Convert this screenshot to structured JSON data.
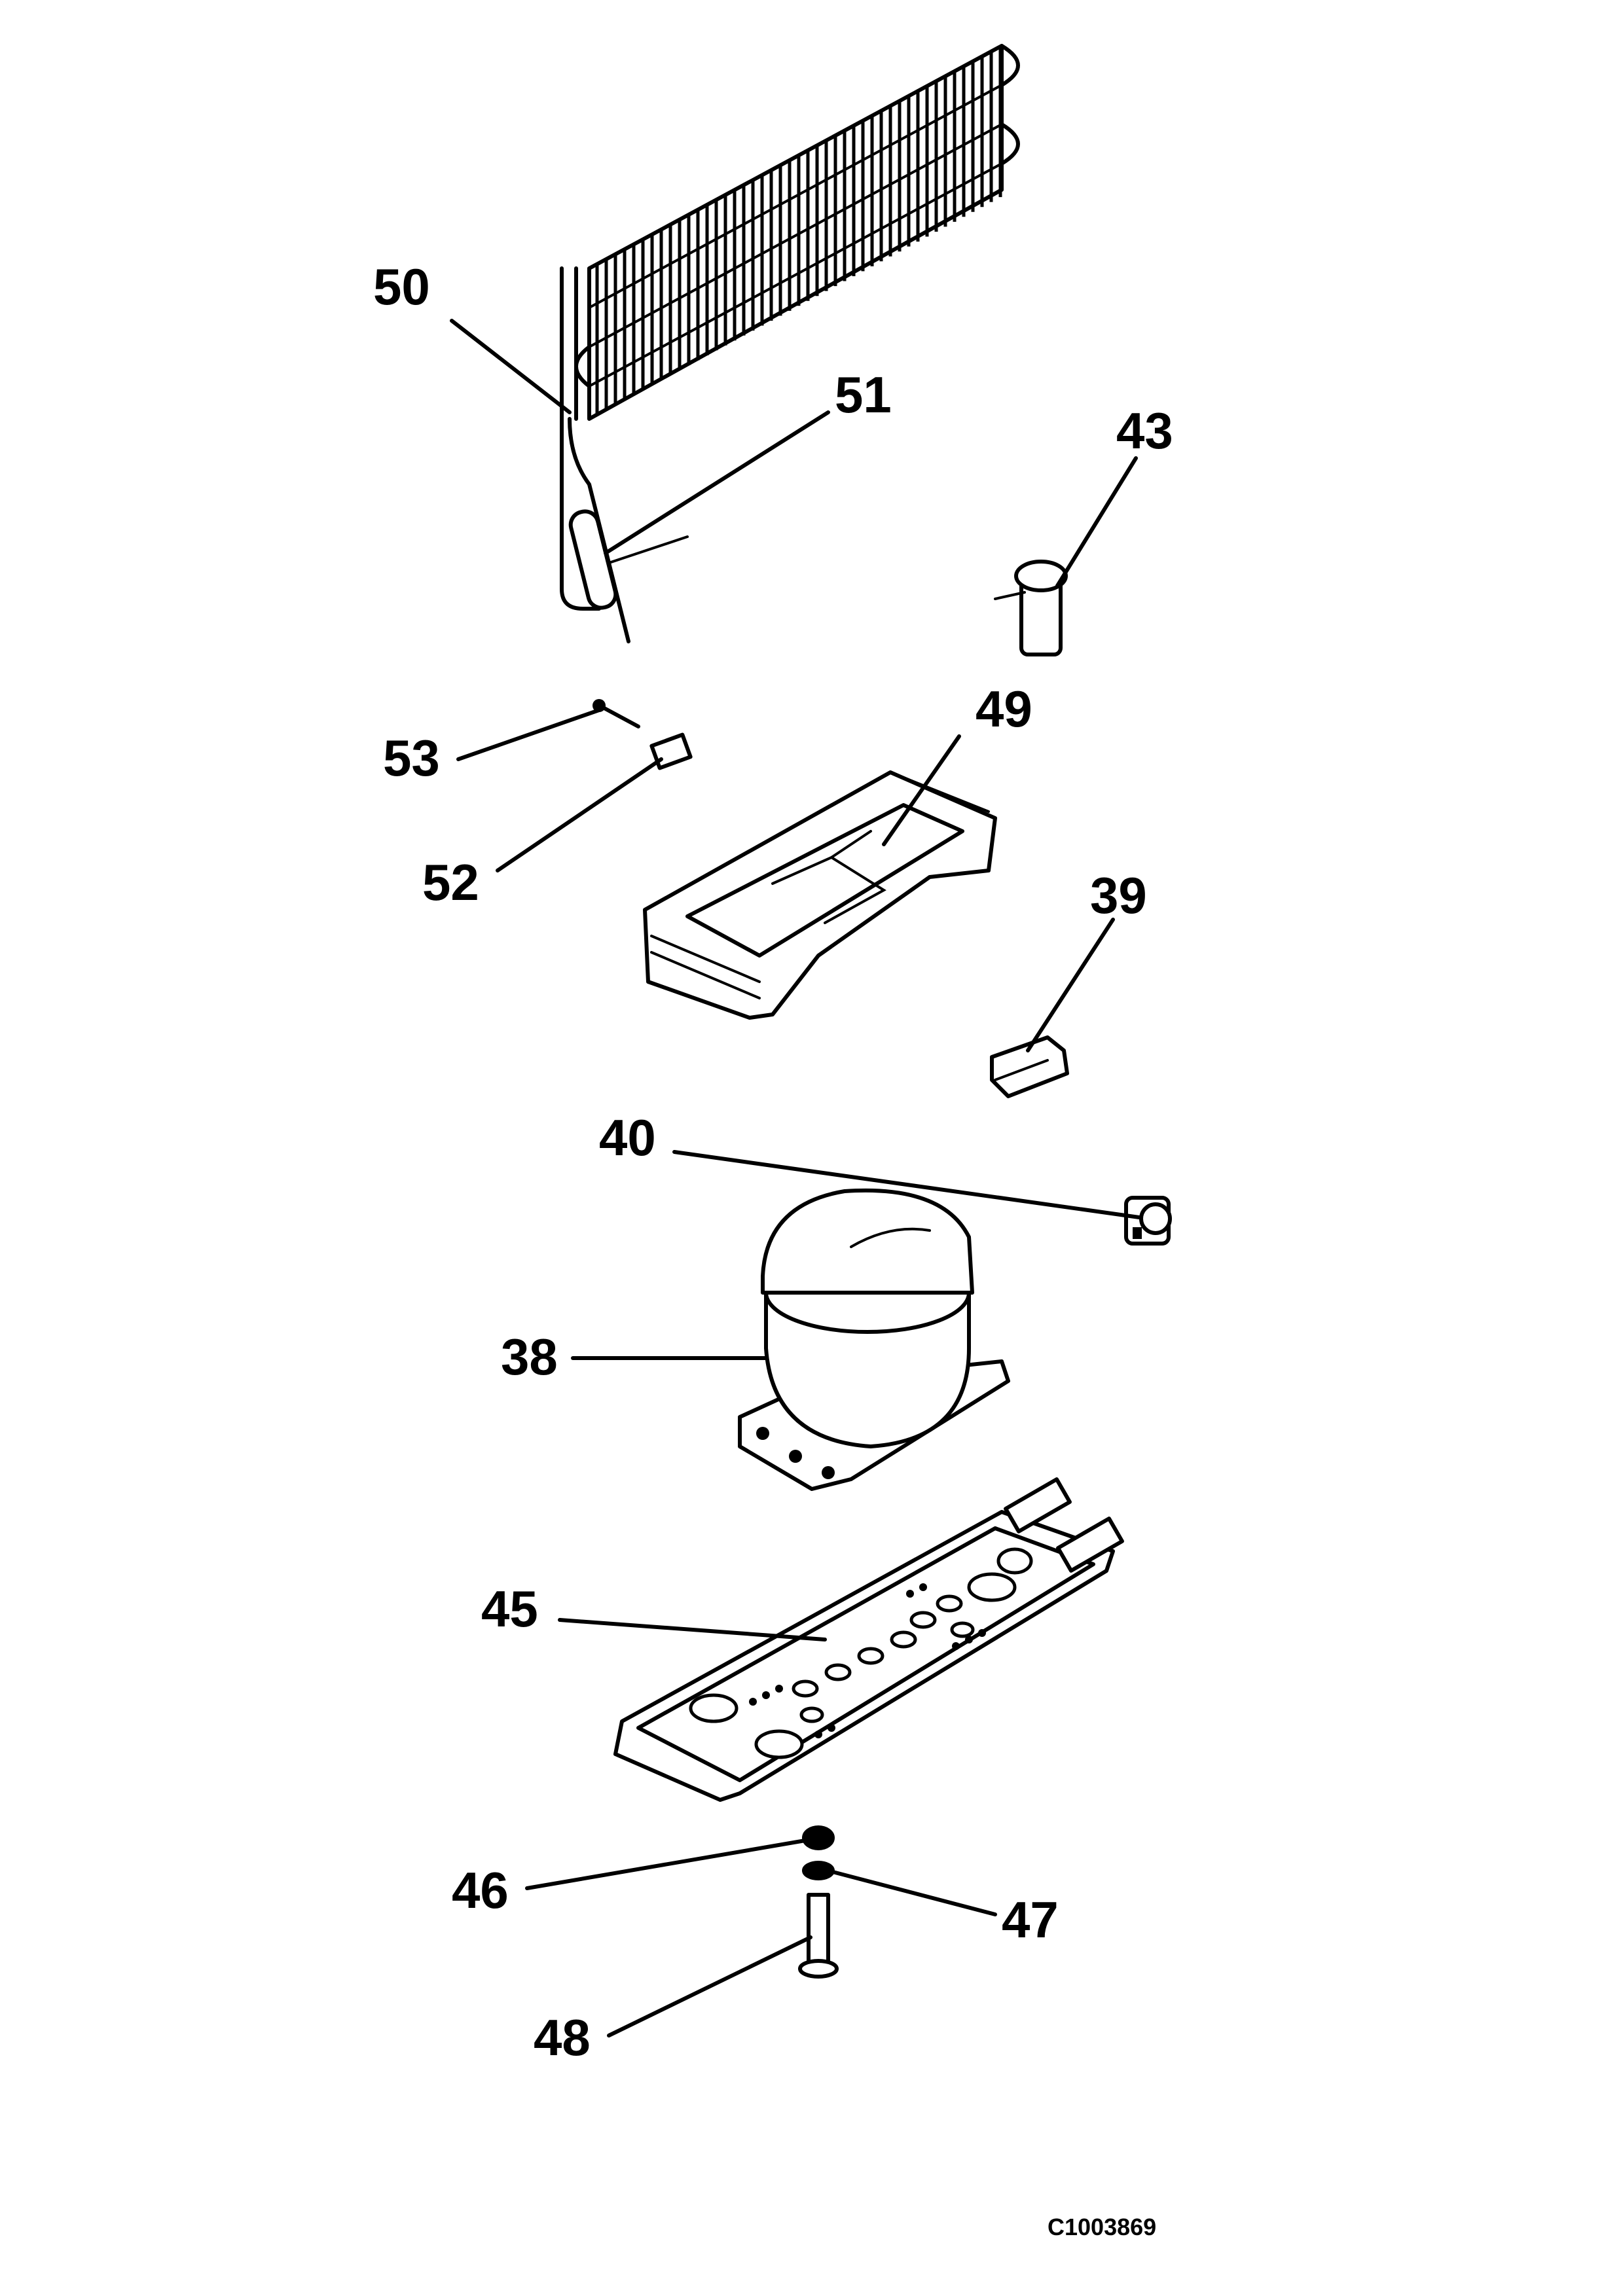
{
  "callouts": {
    "c50": "50",
    "c51": "51",
    "c43": "43",
    "c53": "53",
    "c49": "49",
    "c52": "52",
    "c39": "39",
    "c40": "40",
    "c38": "38",
    "c45": "45",
    "c46": "46",
    "c47": "47",
    "c48": "48"
  },
  "drawing_code": "C1003869"
}
